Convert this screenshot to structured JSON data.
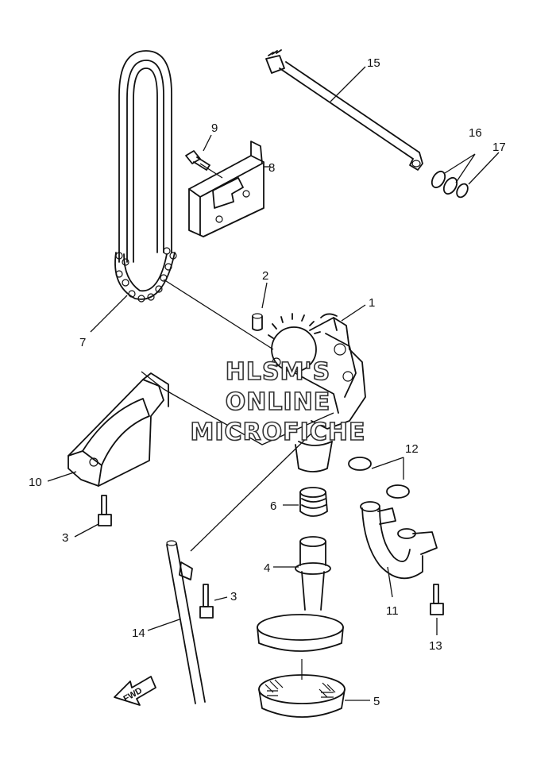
{
  "callouts": {
    "c1": "1",
    "c2": "2",
    "c3a": "3",
    "c3b": "3",
    "c4": "4",
    "c5": "5",
    "c6": "6",
    "c7": "7",
    "c8": "8",
    "c9": "9",
    "c10": "10",
    "c11": "11",
    "c12": "12",
    "c13": "13",
    "c14": "14",
    "c15": "15",
    "c16": "16",
    "c17": "17"
  },
  "watermark": {
    "line1": "HLSM'S",
    "line2": "ONLINE",
    "line3": "MICROFICHE"
  },
  "direction_arrow": {
    "label": "FWD"
  }
}
